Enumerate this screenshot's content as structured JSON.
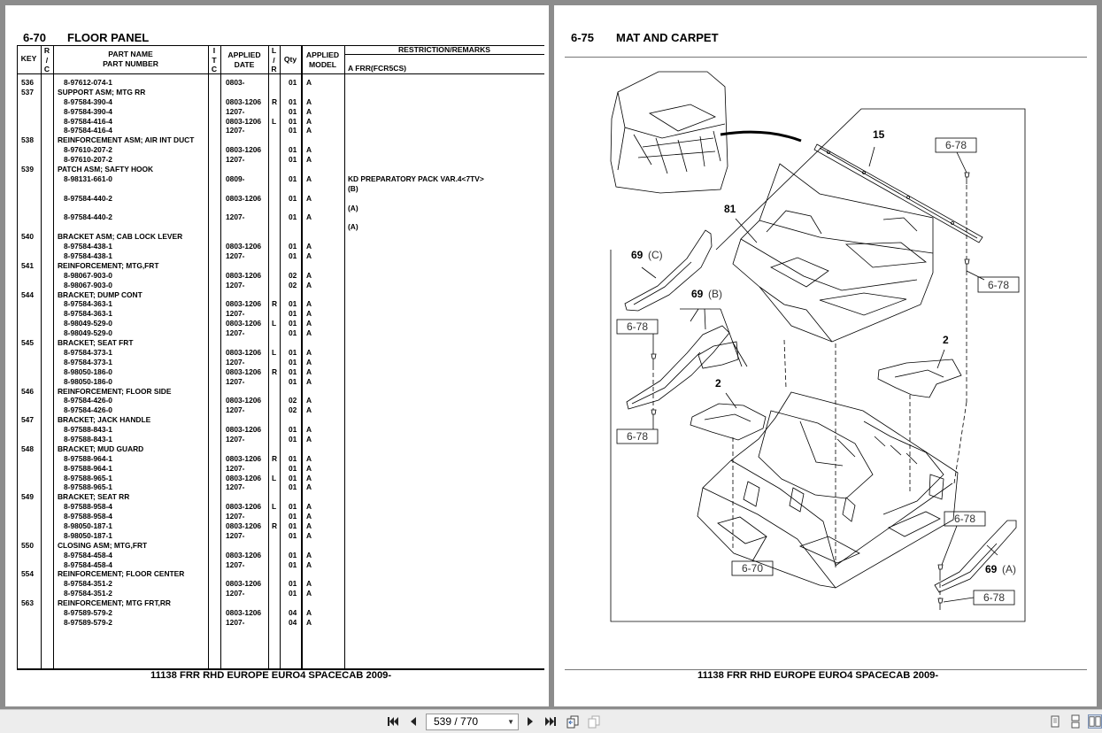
{
  "left_page": {
    "section_number": "6-70",
    "section_title": "FLOOR PANEL",
    "headers": {
      "key": "KEY",
      "ric": [
        "R",
        "/",
        "C"
      ],
      "part_name": "PART NAME",
      "part_number": "PART NUMBER",
      "itc": [
        "I",
        "T",
        "C"
      ],
      "applied_date": [
        "APPLIED",
        "DATE"
      ],
      "lr": [
        "L",
        "/",
        "R"
      ],
      "qty": "Qty",
      "applied_model": [
        "APPLIED",
        "MODEL"
      ],
      "remarks": "RESTRICTION/REMARKS",
      "remarks_sub": "A FRR(FCR5CS)"
    },
    "rows": [
      {
        "key": "536",
        "name": "",
        "pn": "8-97612-074-1",
        "date": "0803-",
        "lr": "",
        "qty": "01",
        "model": "A",
        "rem": ""
      },
      {
        "key": "537",
        "name": "SUPPORT ASM; MTG RR",
        "pn": "",
        "date": "",
        "lr": "",
        "qty": "",
        "model": "",
        "rem": ""
      },
      {
        "key": "",
        "name": "",
        "pn": "8-97584-390-4",
        "date": "0803-1206",
        "lr": "R",
        "qty": "01",
        "model": "A",
        "rem": ""
      },
      {
        "key": "",
        "name": "",
        "pn": "8-97584-390-4",
        "date": "1207-",
        "lr": "",
        "qty": "01",
        "model": "A",
        "rem": ""
      },
      {
        "key": "",
        "name": "",
        "pn": "8-97584-416-4",
        "date": "0803-1206",
        "lr": "L",
        "qty": "01",
        "model": "A",
        "rem": ""
      },
      {
        "key": "",
        "name": "",
        "pn": "8-97584-416-4",
        "date": "1207-",
        "lr": "",
        "qty": "01",
        "model": "A",
        "rem": ""
      },
      {
        "key": "538",
        "name": "REINFORCEMENT ASM; AIR INT DUCT",
        "pn": "",
        "date": "",
        "lr": "",
        "qty": "",
        "model": "",
        "rem": ""
      },
      {
        "key": "",
        "name": "",
        "pn": "8-97610-207-2",
        "date": "0803-1206",
        "lr": "",
        "qty": "01",
        "model": "A",
        "rem": ""
      },
      {
        "key": "",
        "name": "",
        "pn": "8-97610-207-2",
        "date": "1207-",
        "lr": "",
        "qty": "01",
        "model": "A",
        "rem": ""
      },
      {
        "key": "539",
        "name": "PATCH ASM; SAFTY HOOK",
        "pn": "",
        "date": "",
        "lr": "",
        "qty": "",
        "model": "",
        "rem": ""
      },
      {
        "key": "",
        "name": "",
        "pn": "8-98131-661-0",
        "date": "0809-",
        "lr": "",
        "qty": "01",
        "model": "A",
        "rem": "KD PREPARATORY PACK VAR.4<7TV>"
      },
      {
        "key": "",
        "name": "",
        "pn": "",
        "date": "",
        "lr": "",
        "qty": "",
        "model": "",
        "rem": "(B)"
      },
      {
        "key": "",
        "name": "",
        "pn": "8-97584-440-2",
        "date": "0803-1206",
        "lr": "",
        "qty": "01",
        "model": "A",
        "rem": ""
      },
      {
        "key": "",
        "name": "",
        "pn": "",
        "date": "",
        "lr": "",
        "qty": "",
        "model": "",
        "rem": "(A)"
      },
      {
        "key": "",
        "name": "",
        "pn": "8-97584-440-2",
        "date": "1207-",
        "lr": "",
        "qty": "01",
        "model": "A",
        "rem": ""
      },
      {
        "key": "",
        "name": "",
        "pn": "",
        "date": "",
        "lr": "",
        "qty": "",
        "model": "",
        "rem": "(A)"
      },
      {
        "key": "540",
        "name": "BRACKET ASM; CAB LOCK LEVER",
        "pn": "",
        "date": "",
        "lr": "",
        "qty": "",
        "model": "",
        "rem": ""
      },
      {
        "key": "",
        "name": "",
        "pn": "8-97584-438-1",
        "date": "0803-1206",
        "lr": "",
        "qty": "01",
        "model": "A",
        "rem": ""
      },
      {
        "key": "",
        "name": "",
        "pn": "8-97584-438-1",
        "date": "1207-",
        "lr": "",
        "qty": "01",
        "model": "A",
        "rem": ""
      },
      {
        "key": "541",
        "name": "REINFORCEMENT; MTG,FRT",
        "pn": "",
        "date": "",
        "lr": "",
        "qty": "",
        "model": "",
        "rem": ""
      },
      {
        "key": "",
        "name": "",
        "pn": "8-98067-903-0",
        "date": "0803-1206",
        "lr": "",
        "qty": "02",
        "model": "A",
        "rem": ""
      },
      {
        "key": "",
        "name": "",
        "pn": "8-98067-903-0",
        "date": "1207-",
        "lr": "",
        "qty": "02",
        "model": "A",
        "rem": ""
      },
      {
        "key": "544",
        "name": "BRACKET; DUMP CONT",
        "pn": "",
        "date": "",
        "lr": "",
        "qty": "",
        "model": "",
        "rem": ""
      },
      {
        "key": "",
        "name": "",
        "pn": "8-97584-363-1",
        "date": "0803-1206",
        "lr": "R",
        "qty": "01",
        "model": "A",
        "rem": ""
      },
      {
        "key": "",
        "name": "",
        "pn": "8-97584-363-1",
        "date": "1207-",
        "lr": "",
        "qty": "01",
        "model": "A",
        "rem": ""
      },
      {
        "key": "",
        "name": "",
        "pn": "8-98049-529-0",
        "date": "0803-1206",
        "lr": "L",
        "qty": "01",
        "model": "A",
        "rem": ""
      },
      {
        "key": "",
        "name": "",
        "pn": "8-98049-529-0",
        "date": "1207-",
        "lr": "",
        "qty": "01",
        "model": "A",
        "rem": ""
      },
      {
        "key": "545",
        "name": "BRACKET; SEAT FRT",
        "pn": "",
        "date": "",
        "lr": "",
        "qty": "",
        "model": "",
        "rem": ""
      },
      {
        "key": "",
        "name": "",
        "pn": "8-97584-373-1",
        "date": "0803-1206",
        "lr": "L",
        "qty": "01",
        "model": "A",
        "rem": ""
      },
      {
        "key": "",
        "name": "",
        "pn": "8-97584-373-1",
        "date": "1207-",
        "lr": "",
        "qty": "01",
        "model": "A",
        "rem": ""
      },
      {
        "key": "",
        "name": "",
        "pn": "8-98050-186-0",
        "date": "0803-1206",
        "lr": "R",
        "qty": "01",
        "model": "A",
        "rem": ""
      },
      {
        "key": "",
        "name": "",
        "pn": "8-98050-186-0",
        "date": "1207-",
        "lr": "",
        "qty": "01",
        "model": "A",
        "rem": ""
      },
      {
        "key": "546",
        "name": "REINFORCEMENT; FLOOR SIDE",
        "pn": "",
        "date": "",
        "lr": "",
        "qty": "",
        "model": "",
        "rem": ""
      },
      {
        "key": "",
        "name": "",
        "pn": "8-97584-426-0",
        "date": "0803-1206",
        "lr": "",
        "qty": "02",
        "model": "A",
        "rem": ""
      },
      {
        "key": "",
        "name": "",
        "pn": "8-97584-426-0",
        "date": "1207-",
        "lr": "",
        "qty": "02",
        "model": "A",
        "rem": ""
      },
      {
        "key": "547",
        "name": "BRACKET; JACK HANDLE",
        "pn": "",
        "date": "",
        "lr": "",
        "qty": "",
        "model": "",
        "rem": ""
      },
      {
        "key": "",
        "name": "",
        "pn": "8-97588-843-1",
        "date": "0803-1206",
        "lr": "",
        "qty": "01",
        "model": "A",
        "rem": ""
      },
      {
        "key": "",
        "name": "",
        "pn": "8-97588-843-1",
        "date": "1207-",
        "lr": "",
        "qty": "01",
        "model": "A",
        "rem": ""
      },
      {
        "key": "548",
        "name": "BRACKET; MUD GUARD",
        "pn": "",
        "date": "",
        "lr": "",
        "qty": "",
        "model": "",
        "rem": ""
      },
      {
        "key": "",
        "name": "",
        "pn": "8-97588-964-1",
        "date": "0803-1206",
        "lr": "R",
        "qty": "01",
        "model": "A",
        "rem": ""
      },
      {
        "key": "",
        "name": "",
        "pn": "8-97588-964-1",
        "date": "1207-",
        "lr": "",
        "qty": "01",
        "model": "A",
        "rem": ""
      },
      {
        "key": "",
        "name": "",
        "pn": "8-97588-965-1",
        "date": "0803-1206",
        "lr": "L",
        "qty": "01",
        "model": "A",
        "rem": ""
      },
      {
        "key": "",
        "name": "",
        "pn": "8-97588-965-1",
        "date": "1207-",
        "lr": "",
        "qty": "01",
        "model": "A",
        "rem": ""
      },
      {
        "key": "549",
        "name": "BRACKET; SEAT RR",
        "pn": "",
        "date": "",
        "lr": "",
        "qty": "",
        "model": "",
        "rem": ""
      },
      {
        "key": "",
        "name": "",
        "pn": "8-97588-958-4",
        "date": "0803-1206",
        "lr": "L",
        "qty": "01",
        "model": "A",
        "rem": ""
      },
      {
        "key": "",
        "name": "",
        "pn": "8-97588-958-4",
        "date": "1207-",
        "lr": "",
        "qty": "01",
        "model": "A",
        "rem": ""
      },
      {
        "key": "",
        "name": "",
        "pn": "8-98050-187-1",
        "date": "0803-1206",
        "lr": "R",
        "qty": "01",
        "model": "A",
        "rem": ""
      },
      {
        "key": "",
        "name": "",
        "pn": "8-98050-187-1",
        "date": "1207-",
        "lr": "",
        "qty": "01",
        "model": "A",
        "rem": ""
      },
      {
        "key": "550",
        "name": "CLOSING ASM; MTG,FRT",
        "pn": "",
        "date": "",
        "lr": "",
        "qty": "",
        "model": "",
        "rem": ""
      },
      {
        "key": "",
        "name": "",
        "pn": "8-97584-458-4",
        "date": "0803-1206",
        "lr": "",
        "qty": "01",
        "model": "A",
        "rem": ""
      },
      {
        "key": "",
        "name": "",
        "pn": "8-97584-458-4",
        "date": "1207-",
        "lr": "",
        "qty": "01",
        "model": "A",
        "rem": ""
      },
      {
        "key": "554",
        "name": "REINFORCEMENT; FLOOR CENTER",
        "pn": "",
        "date": "",
        "lr": "",
        "qty": "",
        "model": "",
        "rem": ""
      },
      {
        "key": "",
        "name": "",
        "pn": "8-97584-351-2",
        "date": "0803-1206",
        "lr": "",
        "qty": "01",
        "model": "A",
        "rem": ""
      },
      {
        "key": "",
        "name": "",
        "pn": "8-97584-351-2",
        "date": "1207-",
        "lr": "",
        "qty": "01",
        "model": "A",
        "rem": ""
      },
      {
        "key": "563",
        "name": "REINFORCEMENT; MTG FRT,RR",
        "pn": "",
        "date": "",
        "lr": "",
        "qty": "",
        "model": "",
        "rem": ""
      },
      {
        "key": "",
        "name": "",
        "pn": "8-97589-579-2",
        "date": "0803-1206",
        "lr": "",
        "qty": "04",
        "model": "A",
        "rem": ""
      },
      {
        "key": "",
        "name": "",
        "pn": "8-97589-579-2",
        "date": "1207-",
        "lr": "",
        "qty": "04",
        "model": "A",
        "rem": ""
      }
    ],
    "footer": "11138 FRR RHD EUROPE EURO4 SPACECAB 2009-"
  },
  "right_page": {
    "section_number": "6-75",
    "section_title": "MAT AND CARPET",
    "callouts": {
      "c15": "15",
      "c81": "81",
      "c2a": "2",
      "c2b": "2",
      "c69c_num": "69",
      "c69c_var": "(C)",
      "c69b_num": "69",
      "c69b_var": "(B)",
      "c69a_num": "69",
      "c69a_var": "(A)",
      "ref_678_1": "6-78",
      "ref_678_2": "6-78",
      "ref_678_3": "6-78",
      "ref_678_4": "6-78",
      "ref_678_5": "6-78",
      "ref_678_6": "6-78",
      "ref_670": "6-70"
    },
    "footer": "11138 FRR RHD EUROPE EURO4 SPACECAB 2009-"
  },
  "toolbar": {
    "page_indicator": "539 / 770"
  }
}
